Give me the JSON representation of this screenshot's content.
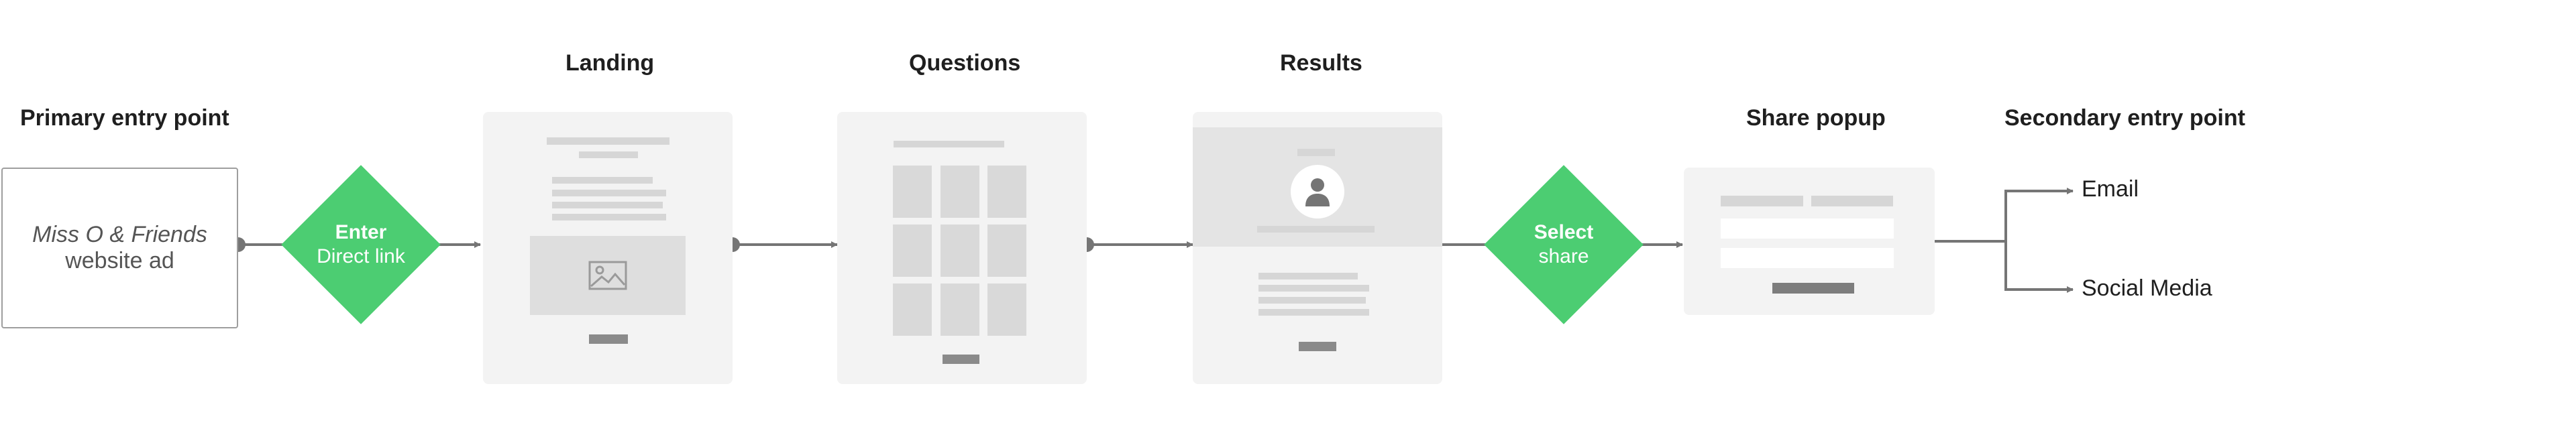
{
  "headings": {
    "primary": "Primary entry point",
    "landing": "Landing",
    "questions": "Questions",
    "results": "Results",
    "share_popup": "Share popup",
    "secondary": "Secondary entry point"
  },
  "entry": {
    "line1": "Miss O & Friends",
    "line2": "website ad"
  },
  "decision_enter": {
    "line1": "Enter",
    "line2": "Direct link"
  },
  "decision_share": {
    "line1": "Select",
    "line2": "share"
  },
  "outputs": {
    "email": "Email",
    "social": "Social Media"
  },
  "colors": {
    "decision_green": "#4ccd72",
    "card_bg": "#f3f3f3",
    "connector": "#757575"
  },
  "icons": {
    "image_placeholder": "image-icon",
    "avatar": "person-icon"
  }
}
